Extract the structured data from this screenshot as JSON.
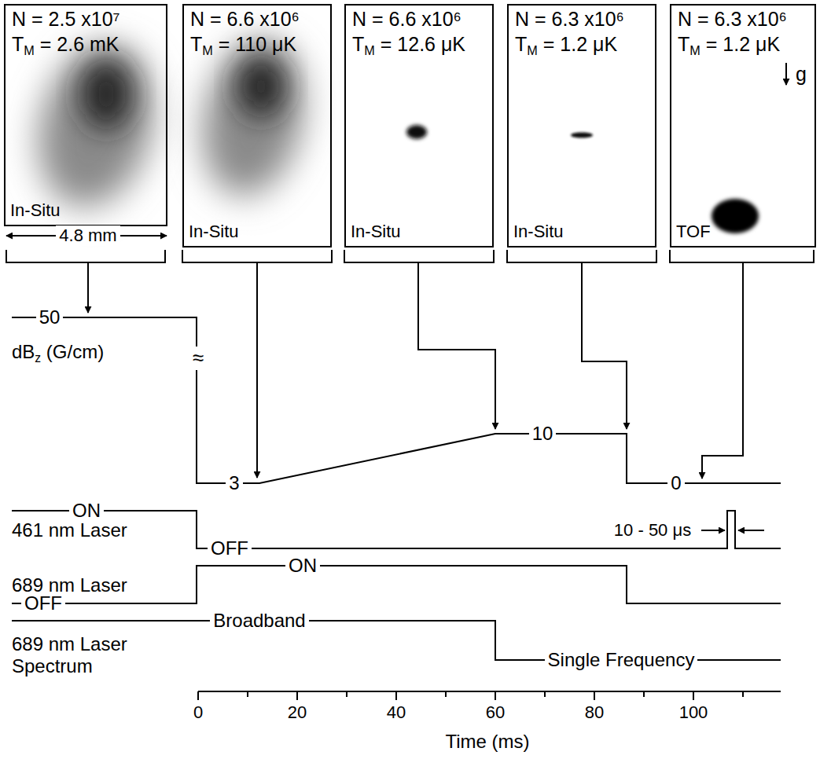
{
  "diagram": {
    "nodes": [
      {
        "text": [
          "N = 2.5 x10⁷",
          "TM = 2.6 mK",
          "In-Situ"
        ]
      },
      {
        "text": [
          "N = 6.6 x10⁶",
          "TM = 110 μK",
          "In-Situ"
        ]
      },
      {
        "text": [
          "N = 6.6 x10⁶",
          "TM = 12.6 μK",
          "In-Situ"
        ]
      },
      {
        "text": [
          "N = 6.3 x10⁶",
          "TM = 1.2 μK",
          "In-Situ"
        ]
      },
      {
        "text": [
          "N = 6.3 x10⁶",
          "TM = 1.2 μK",
          "g",
          "TOF"
        ]
      }
    ],
    "labels": [
      "4.8 mm",
      "50",
      "dBz (G/cm)",
      "≈",
      "3",
      "10",
      "0",
      "ON",
      "461 nm Laser",
      "OFF",
      "10 - 50 μs",
      "ON",
      "689 nm Laser",
      "OFF",
      "Broadband",
      "689 nm Laser Spectrum",
      "Single Frequency",
      "0",
      "20",
      "40",
      "60",
      "80",
      "100",
      "Time (ms)"
    ]
  }
}
